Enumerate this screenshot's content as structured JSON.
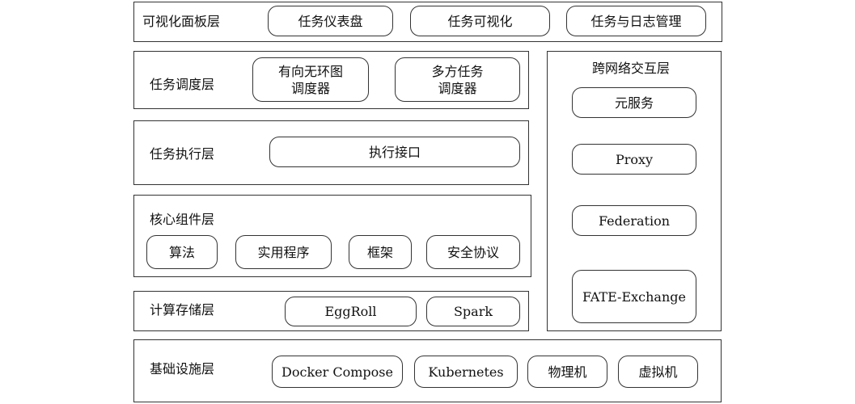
{
  "panel_layer": {
    "title": "可视化面板层",
    "items": [
      "任务仪表盘",
      "任务可视化",
      "任务与日志管理"
    ]
  },
  "scheduler_layer": {
    "title": "任务调度层",
    "items": [
      "有向无环图\n调度器",
      "多方任务\n调度器"
    ]
  },
  "executor_layer": {
    "title": "任务执行层",
    "items": [
      "执行接口"
    ]
  },
  "core_layer": {
    "title": "核心组件层",
    "items": [
      "算法",
      "实用程序",
      "框架",
      "安全协议"
    ]
  },
  "storage_layer": {
    "title": "计算存储层",
    "items": [
      "EggRoll",
      "Spark"
    ]
  },
  "infra_layer": {
    "title": "基础设施层",
    "items": [
      "Docker Compose",
      "Kubernetes",
      "物理机",
      "虚拟机"
    ]
  },
  "network_layer": {
    "title": "跨网络交互层",
    "items": [
      "元服务",
      "Proxy",
      "Federation",
      "FATE-Exchange"
    ]
  }
}
